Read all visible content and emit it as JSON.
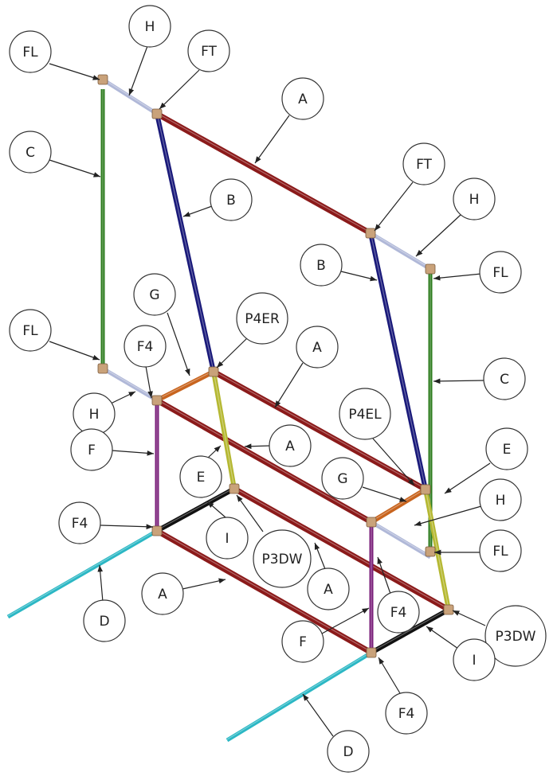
{
  "colors": {
    "A": "#8b1a1a",
    "B": "#1a1a7a",
    "C": "#2e7d1f",
    "D": "#2bb7c4",
    "E": "#b5b832",
    "F": "#7a1f7a",
    "G": "#c8641e",
    "H": "#b0b8d8",
    "I": "#111111",
    "joint": "#c9a27a"
  },
  "labels": {
    "FL_1": "FL",
    "H_1": "H",
    "FT_1": "FT",
    "A_1": "A",
    "C_1": "C",
    "B_1": "B",
    "FT_2": "FT",
    "H_2": "H",
    "B_2": "B",
    "FL_2": "FL",
    "G_1": "G",
    "P4ER": "P4ER",
    "A_2": "A",
    "FL_3": "FL",
    "F4_1": "F4",
    "C_2": "C",
    "H_3": "H",
    "F_1": "F",
    "P4EL": "P4EL",
    "A_3": "A",
    "E_1": "E",
    "E_2": "E",
    "G_2": "G",
    "H_4": "H",
    "F4_2": "F4",
    "I_1": "I",
    "P3DW_1": "P3DW",
    "FL_4": "FL",
    "A_4": "A",
    "A_5": "A",
    "F4_3": "F4",
    "F_2": "F",
    "P3DW_2": "P3DW",
    "D_1": "D",
    "I_2": "I",
    "F4_4": "F4",
    "D_2": "D"
  }
}
